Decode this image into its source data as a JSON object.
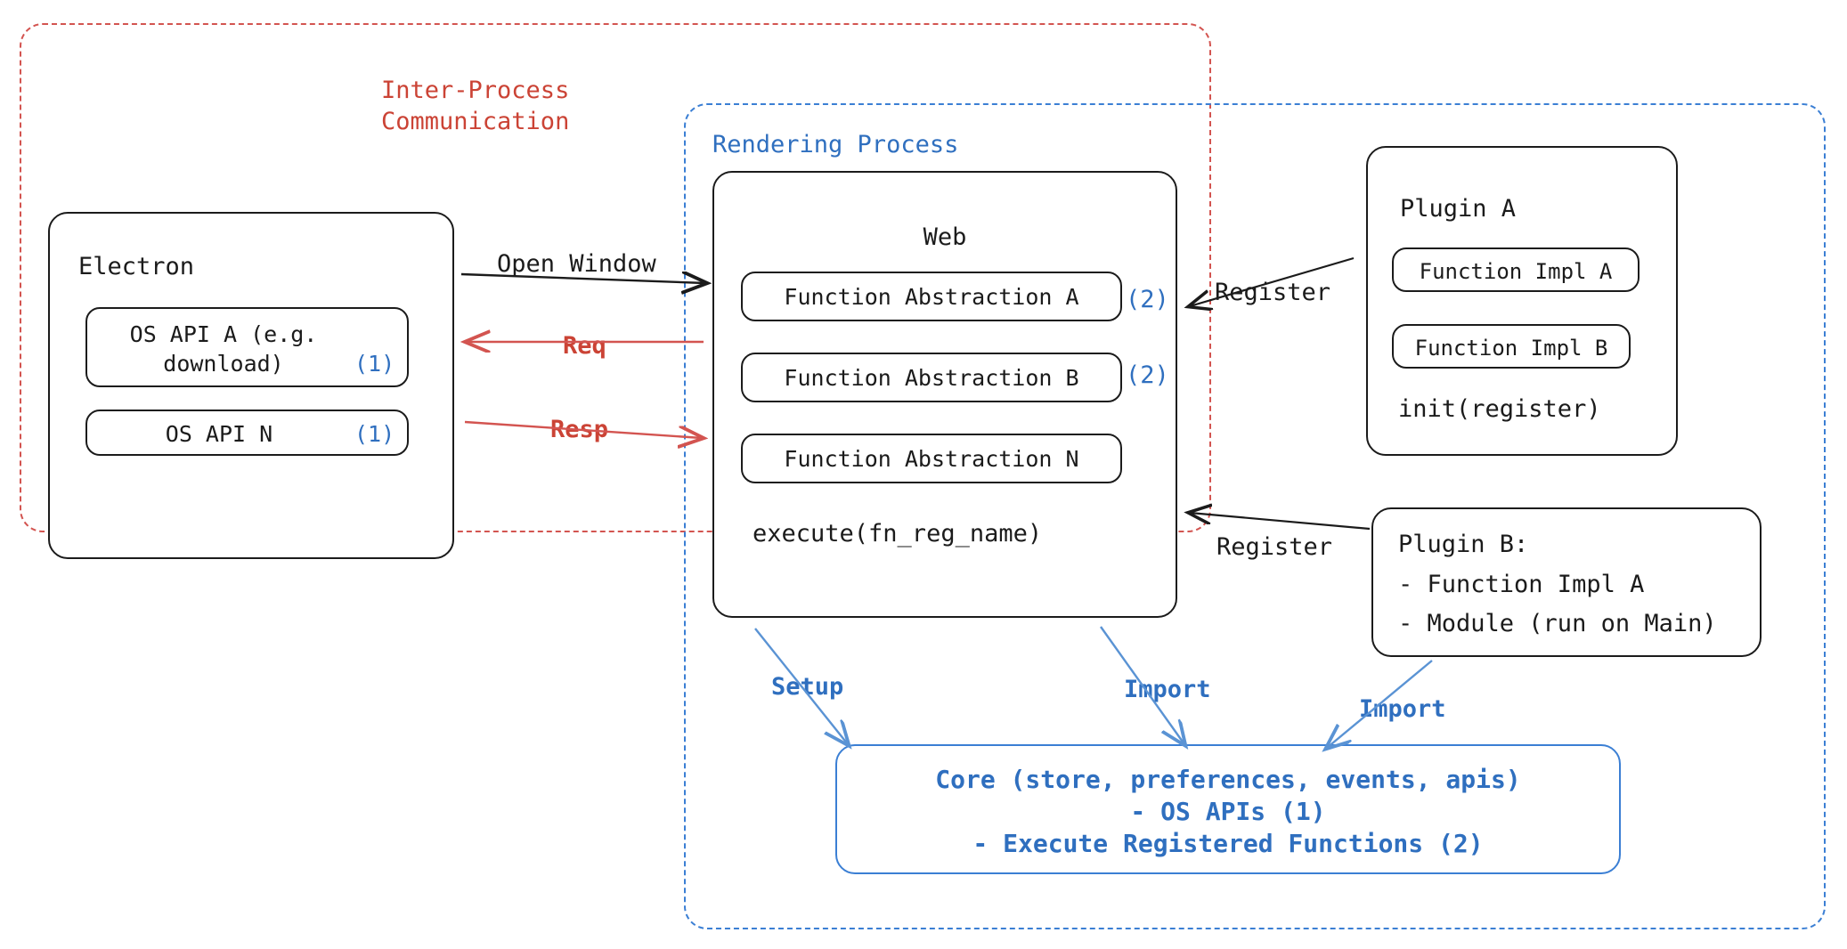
{
  "diagram": {
    "title": "Electron plugin architecture",
    "colors": {
      "ipc_red": "#cb4335",
      "render_blue": "#2f6fbf",
      "node_black": "#1b1b1b",
      "core_blue": "#3b7fd4"
    },
    "regions": {
      "ipc_label_line1": "Inter-Process",
      "ipc_label_line2": "Communication",
      "render_label": "Rendering Process"
    },
    "electron": {
      "title": "Electron",
      "apis": [
        {
          "label_line1": "OS API A (e.g.",
          "label_line2": "download)",
          "marker": "(1)"
        },
        {
          "label_line1": "OS API N",
          "label_line2": "",
          "marker": "(1)"
        }
      ]
    },
    "web": {
      "title": "Web",
      "abstractions": [
        {
          "label": "Function Abstraction A",
          "marker": "(2)"
        },
        {
          "label": "Function Abstraction B",
          "marker": "(2)"
        },
        {
          "label": "Function Abstraction N",
          "marker": ""
        }
      ],
      "footer": "execute(fn_reg_name)"
    },
    "plugin_a": {
      "title": "Plugin A",
      "impls": [
        {
          "label": "Function Impl A"
        },
        {
          "label": "Function Impl B"
        }
      ],
      "footer": "init(register)"
    },
    "plugin_b": {
      "line1": "Plugin B:",
      "line2": "- Function Impl A",
      "line3": "- Module (run on Main)"
    },
    "core": {
      "line1": "Core (store, preferences, events, apis)",
      "line2": "- OS APIs (1)",
      "line3": "- Execute Registered Functions (2)"
    },
    "edges": {
      "open_window": "Open Window",
      "req": "Req",
      "resp": "Resp",
      "register_a": "Register",
      "register_b": "Register",
      "setup": "Setup",
      "import_web": "Import",
      "import_plugin_b": "Import"
    }
  }
}
